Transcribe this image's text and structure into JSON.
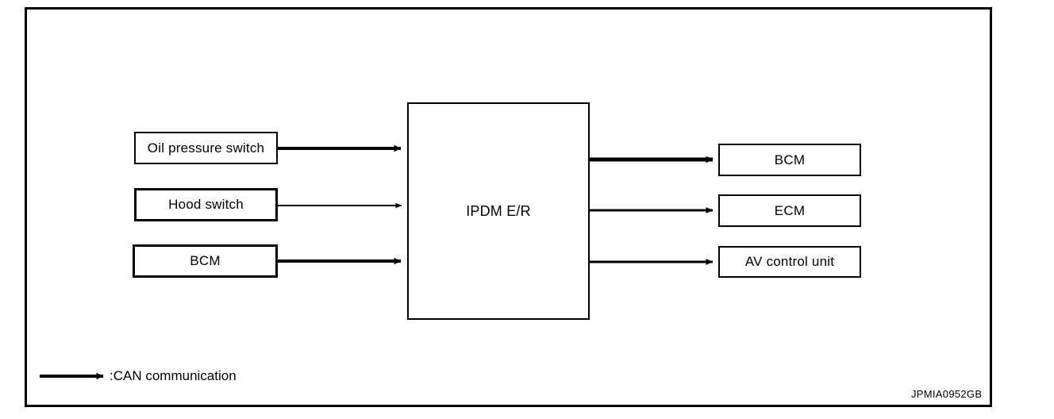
{
  "figure": {
    "id_label": "JPMIA0952GB",
    "legend": {
      "arrow_icon": "thick-arrow-right-icon",
      "text": ":CAN communication"
    },
    "colors": {
      "stroke": "#000000",
      "background": "#ffffff"
    }
  },
  "nodes": {
    "inputs": [
      {
        "id": "oil-pressure-switch",
        "label": "Oil pressure switch"
      },
      {
        "id": "hood-switch",
        "label": "Hood switch"
      },
      {
        "id": "bcm-left",
        "label": "BCM"
      }
    ],
    "center": {
      "id": "ipdm-er",
      "label": "IPDM E/R"
    },
    "outputs": [
      {
        "id": "bcm-right",
        "label": "BCM"
      },
      {
        "id": "ecm",
        "label": "ECM"
      },
      {
        "id": "av-control-unit",
        "label": "AV control unit"
      }
    ]
  },
  "connections": [
    {
      "from": "oil-pressure-switch",
      "to": "ipdm-er",
      "type": "CAN communication",
      "weight": "thick"
    },
    {
      "from": "hood-switch",
      "to": "ipdm-er",
      "type": "CAN communication",
      "weight": "thin"
    },
    {
      "from": "bcm-left",
      "to": "ipdm-er",
      "type": "CAN communication",
      "weight": "thick"
    },
    {
      "from": "ipdm-er",
      "to": "bcm-right",
      "type": "CAN communication",
      "weight": "thick"
    },
    {
      "from": "ipdm-er",
      "to": "ecm",
      "type": "CAN communication",
      "weight": "medium"
    },
    {
      "from": "ipdm-er",
      "to": "av-control-unit",
      "type": "CAN communication",
      "weight": "medium"
    }
  ]
}
